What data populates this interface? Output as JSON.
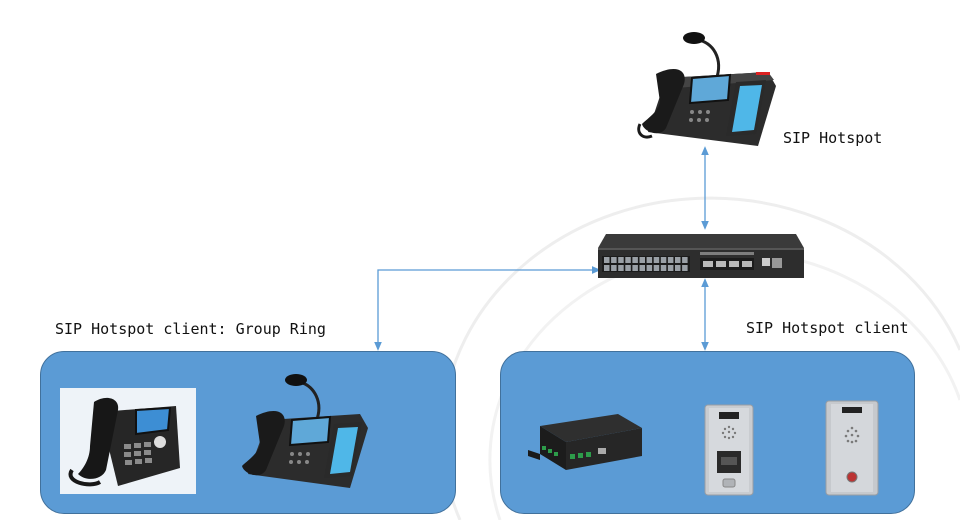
{
  "labels": {
    "hotspot": "SIP Hotspot",
    "client_group_ring": "SIP Hotspot client: Group Ring",
    "client": "SIP Hotspot client"
  },
  "colors": {
    "group_box_fill": "#5b9bd5",
    "group_box_stroke": "#41719c",
    "link_line": "#5b9bd5"
  },
  "devices": {
    "hotspot_phone": "ip-phone-with-gooseneck-mic",
    "network_switch": "network-switch",
    "client_desk_phone": "ip-desk-phone",
    "client_conference_phone": "ip-phone-with-gooseneck-mic",
    "client_audio_gateway": "paging-gateway-box",
    "client_door_intercom_1": "door-intercom-with-keypad",
    "client_door_intercom_2": "door-intercom-single-button"
  }
}
